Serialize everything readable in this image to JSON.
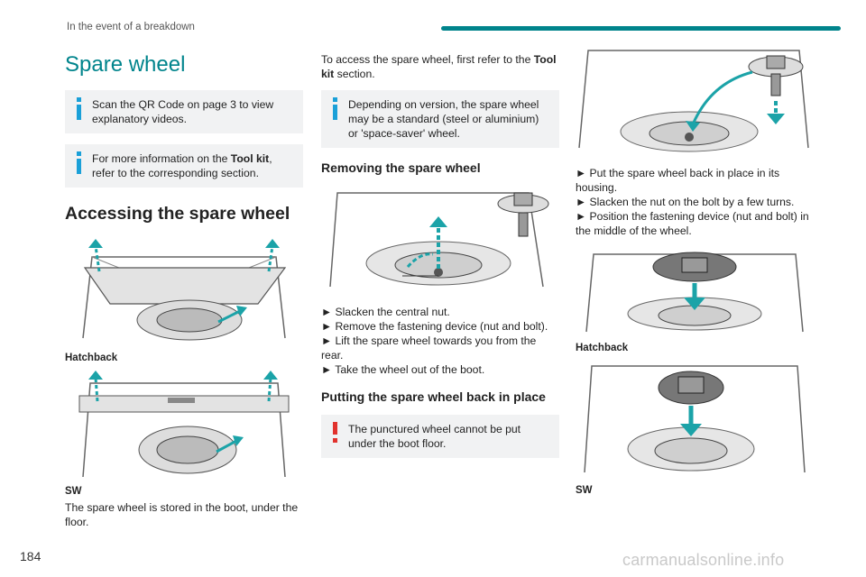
{
  "running_head": "In the event of a breakdown",
  "page_number": "184",
  "watermark": "carmanualsonline.info",
  "colors": {
    "accent": "#00848c",
    "info": "#1aa0d8",
    "warning": "#e1322d"
  },
  "col1": {
    "title": "Spare wheel",
    "note1": "Scan the QR Code on page 3 to view explanatory videos.",
    "note2_pre": "For more information on the ",
    "note2_bold": "Tool kit",
    "note2_post": ", refer to the corresponding section.",
    "heading": "Accessing the spare wheel",
    "caption1": "Hatchback",
    "caption2": "SW",
    "text": "The spare wheel is stored in the boot, under the floor."
  },
  "col2": {
    "intro_pre": "To access the spare wheel, first refer to the ",
    "intro_bold": "Tool kit",
    "intro_post": " section.",
    "note": "Depending on version, the spare wheel may be a standard (steel or aluminium) or 'space-saver' wheel.",
    "heading_remove": "Removing the spare wheel",
    "remove_steps": [
      "► Slacken the central nut.",
      "► Remove the fastening device (nut and bolt).",
      "► Lift the spare wheel towards you from the rear.",
      "► Take the wheel out of the boot."
    ],
    "heading_putback": "Putting the spare wheel back in place",
    "warning": "The punctured wheel cannot be put under the boot floor."
  },
  "col3": {
    "steps": [
      "► Put the spare wheel back in place in its housing.",
      "► Slacken the nut on the bolt by a few turns.",
      "► Position the fastening device (nut and bolt) in the middle of the wheel."
    ],
    "caption1": "Hatchback",
    "caption2": "SW"
  }
}
